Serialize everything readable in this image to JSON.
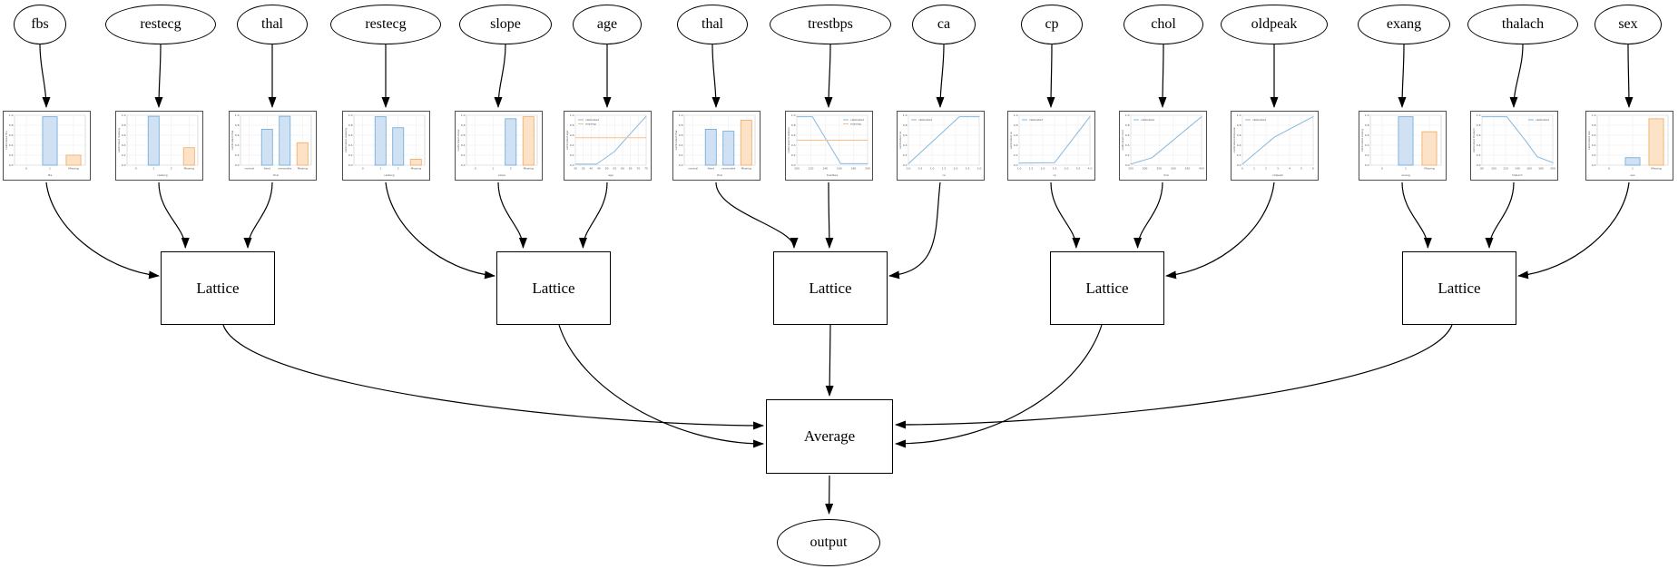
{
  "diagram_type": "calibrated lattice ensemble model graph",
  "colors": {
    "edge": "#000000",
    "node_border": "#000000",
    "chart_border": "#4d4d4d",
    "bar_blue_fill": "#cfe1f2",
    "bar_blue_edge": "#6ca6d8",
    "bar_orange_fill": "#fce3c8",
    "bar_orange_edge": "#f0a85e",
    "line_blue": "#85b8e0",
    "line_orange": "#fdbe85",
    "grid": "#ebebeb"
  },
  "legend_labels": {
    "calibrated": "calibrated",
    "missing": "missing"
  },
  "features": [
    {
      "label": "fbs",
      "chart": {
        "type": "bar",
        "ylabel": "calibrated fbs",
        "xlabel": "fbs",
        "y_ticks": [
          "0.0",
          "0.2",
          "0.4",
          "0.6",
          "0.8",
          "1.0"
        ],
        "categories": [
          "0",
          "1",
          "Missing"
        ],
        "values": [
          0,
          0.97,
          0.2
        ],
        "bar_colors": [
          "blue",
          "blue",
          "orange"
        ]
      }
    },
    {
      "label": "restecg",
      "chart": {
        "type": "bar",
        "ylabel": "calibrated restecg",
        "xlabel": "restecg",
        "y_ticks": [
          "0.0",
          "0.2",
          "0.4",
          "0.6",
          "0.8",
          "1.0"
        ],
        "categories": [
          "0",
          "1",
          "2",
          "Missing"
        ],
        "values": [
          0,
          0.98,
          0,
          0.35
        ],
        "bar_colors": [
          "blue",
          "blue",
          "blue",
          "orange"
        ]
      }
    },
    {
      "label": "thal",
      "chart": {
        "type": "bar",
        "ylabel": "calibrated thal",
        "xlabel": "thal",
        "y_ticks": [
          "0.0",
          "0.2",
          "0.4",
          "0.6",
          "0.8",
          "1.0"
        ],
        "categories": [
          "normal",
          "fixed",
          "reversible",
          "Missing"
        ],
        "values": [
          0,
          0.72,
          0.98,
          0.45
        ],
        "bar_colors": [
          "blue",
          "blue",
          "blue",
          "orange"
        ]
      }
    },
    {
      "label": "restecg",
      "chart": {
        "type": "bar",
        "ylabel": "calibrated restecg",
        "xlabel": "restecg",
        "y_ticks": [
          "0.0",
          "0.2",
          "0.4",
          "0.6",
          "0.8",
          "1.0"
        ],
        "categories": [
          "0",
          "1",
          "2",
          "Missing"
        ],
        "values": [
          0,
          0.97,
          0.75,
          0.12
        ],
        "bar_colors": [
          "blue",
          "blue",
          "blue",
          "orange"
        ]
      }
    },
    {
      "label": "slope",
      "chart": {
        "type": "bar",
        "ylabel": "calibrated slope",
        "xlabel": "slope",
        "y_ticks": [
          "0.0",
          "0.2",
          "0.4",
          "0.6",
          "0.8",
          "1.0"
        ],
        "categories": [
          "0",
          "1",
          "2",
          "Missing"
        ],
        "values": [
          0,
          0,
          0.93,
          0.97
        ],
        "bar_colors": [
          "blue",
          "blue",
          "blue",
          "orange"
        ]
      }
    },
    {
      "label": "age",
      "chart": {
        "type": "line",
        "ylabel": "calibrated age",
        "xlabel": "age",
        "y_ticks": [
          "0.0",
          "0.2",
          "0.4",
          "0.6",
          "0.8",
          "1.0"
        ],
        "x_ticks": [
          "30",
          "35",
          "40",
          "45",
          "50",
          "55",
          "60",
          "65",
          "70",
          "75"
        ],
        "legend_pos": "upper-left",
        "series": [
          {
            "name": "calibrated",
            "color": "blue",
            "points": [
              [
                0,
                0.02
              ],
              [
                0.3,
                0.02
              ],
              [
                0.55,
                0.27
              ],
              [
                1,
                0.98
              ]
            ]
          },
          {
            "name": "missing",
            "color": "orange",
            "points": [
              [
                0,
                0.55
              ],
              [
                1,
                0.55
              ]
            ]
          }
        ]
      }
    },
    {
      "label": "thal",
      "chart": {
        "type": "bar",
        "ylabel": "calibrated thal",
        "xlabel": "thal",
        "y_ticks": [
          "0.0",
          "0.2",
          "0.4",
          "0.6",
          "0.8",
          "1.0"
        ],
        "categories": [
          "normal",
          "fixed",
          "reversible",
          "Missing"
        ],
        "values": [
          0,
          0.72,
          0.68,
          0.9
        ],
        "bar_colors": [
          "blue",
          "blue",
          "blue",
          "orange"
        ]
      }
    },
    {
      "label": "trestbps",
      "chart": {
        "type": "line",
        "ylabel": "calibrated trestbps",
        "xlabel": "trestbps",
        "y_ticks": [
          "0.0",
          "0.2",
          "0.4",
          "0.6",
          "0.8",
          "1.0"
        ],
        "x_ticks": [
          "100",
          "120",
          "140",
          "160",
          "180",
          "200"
        ],
        "legend_pos": "upper-right",
        "series": [
          {
            "name": "calibrated",
            "color": "blue",
            "points": [
              [
                0,
                0.97
              ],
              [
                0.22,
                0.97
              ],
              [
                0.62,
                0.03
              ],
              [
                1,
                0.03
              ]
            ]
          },
          {
            "name": "missing",
            "color": "orange",
            "points": [
              [
                0,
                0.5
              ],
              [
                1,
                0.5
              ]
            ]
          }
        ]
      }
    },
    {
      "label": "ca",
      "chart": {
        "type": "line",
        "ylabel": "calibrated ca",
        "xlabel": "ca",
        "y_ticks": [
          "0.0",
          "0.2",
          "0.4",
          "0.6",
          "0.8",
          "1.0"
        ],
        "x_ticks": [
          "0.0",
          "0.5",
          "1.0",
          "1.5",
          "2.0",
          "2.5",
          "3.0"
        ],
        "legend_pos": "upper-left",
        "series": [
          {
            "name": "calibrated",
            "color": "blue",
            "points": [
              [
                0,
                0.03
              ],
              [
                0.72,
                0.97
              ],
              [
                1,
                0.97
              ]
            ]
          }
        ]
      }
    },
    {
      "label": "cp",
      "chart": {
        "type": "line",
        "ylabel": "calibrated cp",
        "xlabel": "cp",
        "y_ticks": [
          "0.0",
          "0.2",
          "0.4",
          "0.6",
          "0.8",
          "1.0"
        ],
        "x_ticks": [
          "1.0",
          "1.5",
          "2.0",
          "2.5",
          "3.0",
          "3.5",
          "4.0"
        ],
        "legend_pos": "upper-left",
        "series": [
          {
            "name": "calibrated",
            "color": "blue",
            "points": [
              [
                0,
                0.04
              ],
              [
                0.5,
                0.05
              ],
              [
                1,
                0.97
              ]
            ]
          }
        ]
      }
    },
    {
      "label": "chol",
      "chart": {
        "type": "line",
        "ylabel": "calibrated chol",
        "xlabel": "chol",
        "y_ticks": [
          "0.0",
          "0.2",
          "0.4",
          "0.6",
          "0.8",
          "1.0"
        ],
        "x_ticks": [
          "150",
          "200",
          "250",
          "300",
          "350",
          "400"
        ],
        "legend_pos": "upper-left",
        "series": [
          {
            "name": "calibrated",
            "color": "blue",
            "points": [
              [
                0,
                0.02
              ],
              [
                0.3,
                0.15
              ],
              [
                1,
                0.97
              ]
            ]
          }
        ]
      }
    },
    {
      "label": "oldpeak",
      "chart": {
        "type": "line",
        "ylabel": "calibrated oldpeak",
        "xlabel": "oldpeak",
        "y_ticks": [
          "0.0",
          "0.2",
          "0.4",
          "0.6",
          "0.8",
          "1.0"
        ],
        "x_ticks": [
          "0",
          "1",
          "2",
          "3",
          "4",
          "5",
          "6"
        ],
        "legend_pos": "upper-left",
        "series": [
          {
            "name": "calibrated",
            "color": "blue",
            "points": [
              [
                0,
                0.02
              ],
              [
                0.45,
                0.56
              ],
              [
                1,
                0.97
              ]
            ]
          }
        ]
      }
    },
    {
      "label": "exang",
      "chart": {
        "type": "bar",
        "ylabel": "calibrated exang",
        "xlabel": "exang",
        "y_ticks": [
          "0.0",
          "0.2",
          "0.4",
          "0.6",
          "0.8",
          "1.0"
        ],
        "categories": [
          "0",
          "1",
          "Missing"
        ],
        "values": [
          0,
          0.97,
          0.67
        ],
        "bar_colors": [
          "blue",
          "blue",
          "orange"
        ]
      }
    },
    {
      "label": "thalach",
      "chart": {
        "type": "line",
        "ylabel": "calibrated thalach",
        "xlabel": "thalach",
        "y_ticks": [
          "0.0",
          "0.2",
          "0.4",
          "0.6",
          "0.8",
          "1.0"
        ],
        "x_ticks": [
          "80",
          "100",
          "120",
          "140",
          "160",
          "180",
          "200"
        ],
        "legend_pos": "upper-right",
        "series": [
          {
            "name": "calibrated",
            "color": "blue",
            "points": [
              [
                0,
                0.97
              ],
              [
                0.35,
                0.97
              ],
              [
                0.62,
                0.48
              ],
              [
                0.78,
                0.17
              ],
              [
                1,
                0.05
              ]
            ]
          }
        ]
      }
    },
    {
      "label": "sex",
      "chart": {
        "type": "bar",
        "ylabel": "calibrated sex",
        "xlabel": "sex",
        "y_ticks": [
          "0.0",
          "0.2",
          "0.4",
          "0.6",
          "0.8",
          "1.0"
        ],
        "categories": [
          "0",
          "1",
          "Missing"
        ],
        "values": [
          0,
          0.15,
          0.93
        ],
        "bar_colors": [
          "blue",
          "blue",
          "orange"
        ]
      }
    }
  ],
  "lattices": [
    {
      "label": "Lattice",
      "inputs": [
        "fbs",
        "restecg",
        "thal"
      ]
    },
    {
      "label": "Lattice",
      "inputs": [
        "restecg",
        "slope",
        "age"
      ]
    },
    {
      "label": "Lattice",
      "inputs": [
        "thal",
        "trestbps",
        "ca"
      ]
    },
    {
      "label": "Lattice",
      "inputs": [
        "cp",
        "chol",
        "oldpeak"
      ]
    },
    {
      "label": "Lattice",
      "inputs": [
        "exang",
        "thalach",
        "sex"
      ]
    }
  ],
  "average": {
    "label": "Average",
    "inputs": [
      "Lattice",
      "Lattice",
      "Lattice",
      "Lattice",
      "Lattice"
    ]
  },
  "output": {
    "label": "output",
    "input": "Average"
  }
}
